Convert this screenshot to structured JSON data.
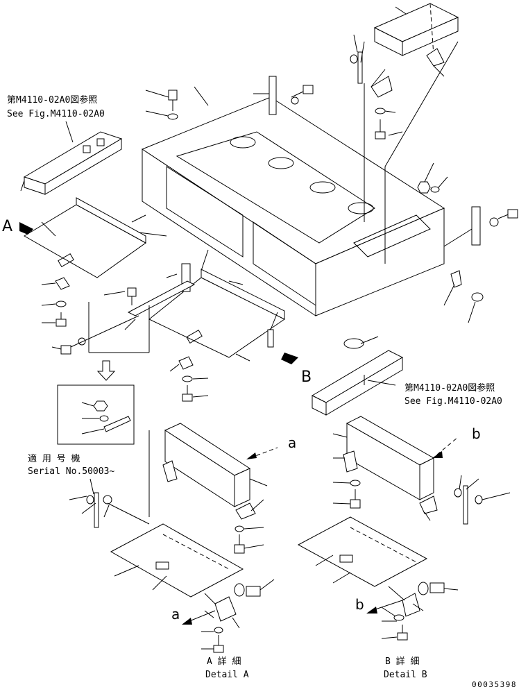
{
  "ref_top_left": {
    "jp": "第M4110-02A0図参照",
    "en": "See Fig.M4110-02A0"
  },
  "ref_right": {
    "jp": "第M4110-02A0図参照",
    "en": "See Fig.M4110-02A0"
  },
  "serial_note": {
    "jp": "適 用 号 機",
    "en": "Serial No.50003~"
  },
  "view_labels": {
    "A": "A",
    "B": "B",
    "a_upper": "a",
    "b_upper": "b",
    "a_lower": "a",
    "b_lower": "b"
  },
  "detail_a": {
    "jp": "A 詳 細",
    "en": "Detail A"
  },
  "detail_b": {
    "jp": "B 詳 細",
    "en": "Detail B"
  },
  "drawing_code": "00035398"
}
